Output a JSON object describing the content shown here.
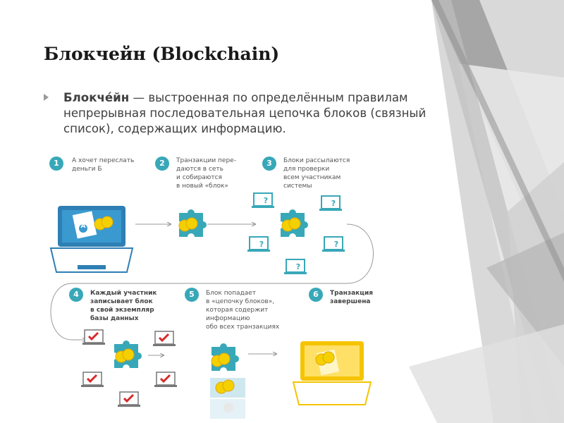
{
  "slide": {
    "title": "Блокчейн (Blockchain)",
    "bullet_term": "Блокче́йн",
    "bullet_text": " — выстроенная по определённым правилам непрерывная последовательная цепочка блоков (связный список), содержащих информацию."
  },
  "diagram": {
    "steps": [
      {
        "num": "1",
        "text": "А хочет переслать\nденьги Б"
      },
      {
        "num": "2",
        "text": "Транзакции пере-\nдаются в сеть\nи собираются\nв новый «блок»"
      },
      {
        "num": "3",
        "text": "Блоки рассылаются\nдля проверки\nвсем участникам\nсистемы"
      },
      {
        "num": "4",
        "text": "Каждый участник\nзаписывает блок\nв свой экземпляр\nбазы данных"
      },
      {
        "num": "5",
        "text": "Блок попадает\nв «цепочку блоков»,\nкоторая содержит\nинформацию\nобо всех транзакциях"
      },
      {
        "num": "6",
        "text": "Транзакция\nзавершена"
      }
    ],
    "laptop_badge": "A",
    "question_mark": "?",
    "check_mark": "✔"
  },
  "colors": {
    "accent": "#38a8b8",
    "laptop_blue": "#2e7fb4",
    "laptop_yellow": "#f5c400",
    "coin": "#f5d000",
    "check_red": "#d62a2a"
  }
}
